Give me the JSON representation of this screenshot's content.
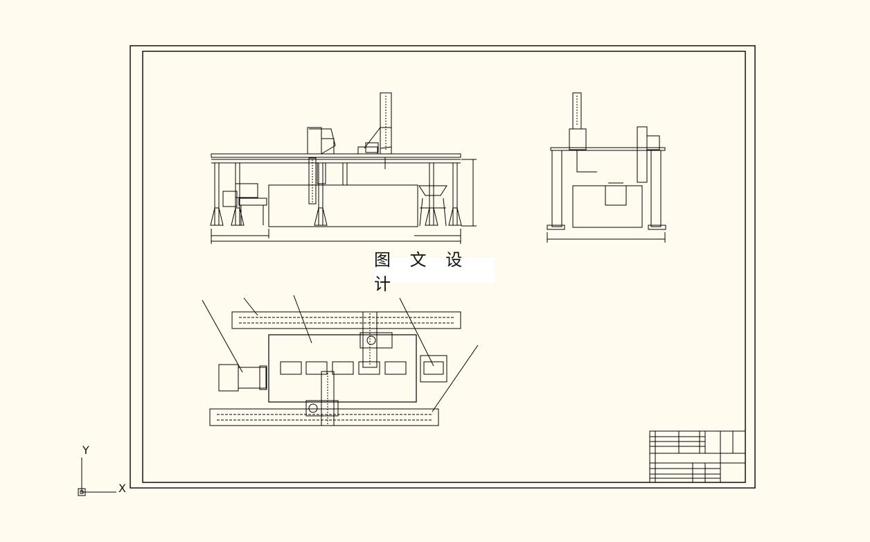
{
  "watermark": {
    "text": "图 文 设 计"
  },
  "ucs": {
    "x_label": "X",
    "y_label": "Y"
  },
  "colors": {
    "background": "#fffcef",
    "stroke": "#000000",
    "watermark_bg": "#ffffff"
  }
}
